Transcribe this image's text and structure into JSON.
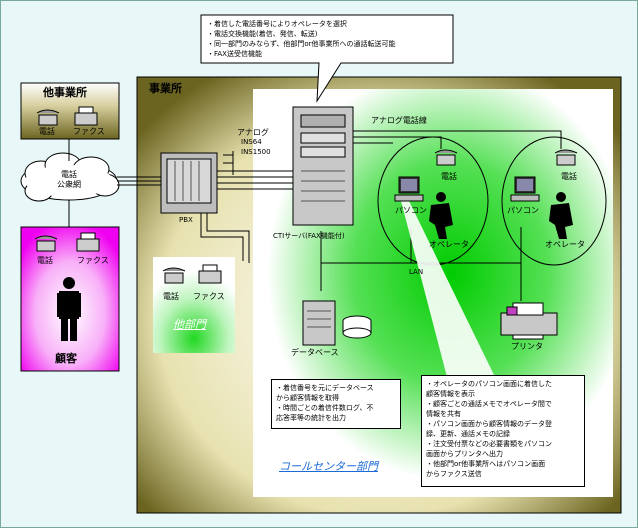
{
  "callout_top": {
    "lines": [
      "・着信した電話番号によりオペレータを選択",
      "・電話交換機能(着信、発信、転送)",
      "・同一部門のみならず、他部門or他事業所への通話転送可能",
      "・FAX送受信機能"
    ]
  },
  "other_office": {
    "title": "他事業所",
    "phone_label": "電話",
    "fax_label": "ファクス"
  },
  "public_network": {
    "label_line1": "電話",
    "label_line2": "公衆網"
  },
  "customer": {
    "title": "顧客",
    "phone_label": "電話",
    "fax_label": "ファクス"
  },
  "office": {
    "title": "事業所"
  },
  "line_types": {
    "analog": "アナログ",
    "ins64": "INS64",
    "ins1500": "INS1500",
    "analog_phone_line": "アナログ電話線"
  },
  "pbx": {
    "label": "PBX"
  },
  "other_dept": {
    "title": "他部門",
    "phone_label": "電話",
    "fax_label": "ファクス"
  },
  "cti_server": {
    "label": "CTIサーバ(FAX機能付)"
  },
  "operators": [
    {
      "phone_label": "電話",
      "pc_label": "パソコン",
      "person_label": "オペレータ"
    },
    {
      "phone_label": "電話",
      "pc_label": "パソコン",
      "person_label": "オペレータ"
    }
  ],
  "lan": {
    "label": "LAN"
  },
  "database": {
    "label": "データベース"
  },
  "printer": {
    "label": "プリンタ"
  },
  "note_database": {
    "lines": [
      "・着信番号を元にデータベース",
      "から顧客情報を取得",
      "・時間ごとの着信件数ログ、不",
      "応答率等の統計を出力"
    ]
  },
  "note_operator": {
    "lines": [
      "・オペレータのパソコン画面に着信した",
      " 顧客情報を表示",
      "・顧客ごとの通話メモでオペレータ間で",
      " 情報を共有",
      "・パソコン画面から顧客情報のデータ登",
      " 録、更新、通話メモの記録",
      "・注文受付票などの必要書類をパソコン",
      " 画面からプリンタへ出力",
      "・他部門or他事業所へはパソコン画面",
      " からファクス送信"
    ]
  },
  "call_center": {
    "title": "コールセンター部門"
  },
  "colors": {
    "olive": "#6b6420",
    "magenta": "#f000f0",
    "green": "#00d000",
    "bg": "#e8f7f8"
  }
}
